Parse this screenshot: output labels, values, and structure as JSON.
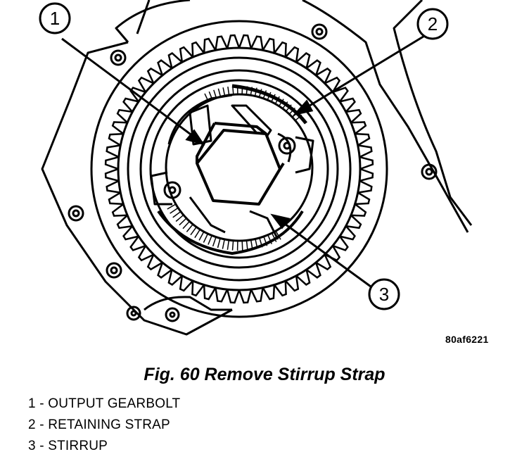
{
  "figure": {
    "callouts": [
      "1",
      "2",
      "3"
    ],
    "image_code": "80af6221"
  },
  "caption": "Fig. 60 Remove Stirrup Strap",
  "legend": [
    "1 - OUTPUT GEARBOLT",
    "2 - RETAINING STRAP",
    "3 - STIRRUP"
  ]
}
